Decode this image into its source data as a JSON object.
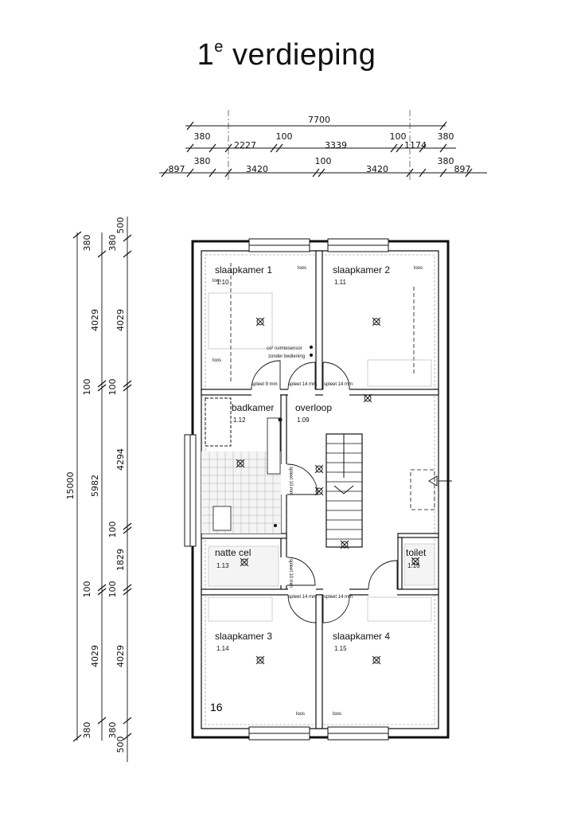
{
  "title": {
    "base": "1",
    "sup": "e",
    "text": "verdieping"
  },
  "dims_top": {
    "total": "7700",
    "r2": [
      "380",
      "2227",
      "100",
      "3339",
      "100",
      "1174",
      "380"
    ],
    "r3": [
      "897",
      "380",
      "3420",
      "100",
      "3420",
      "380",
      "897"
    ]
  },
  "dims_left": {
    "total": "15000",
    "col2": [
      "380",
      "4029",
      "100",
      "5982",
      "100",
      "4029",
      "380"
    ],
    "col3": [
      "500",
      "380",
      "4029",
      "100",
      "4294",
      "100",
      "1829",
      "100",
      "4029",
      "380",
      "500"
    ]
  },
  "rooms": [
    {
      "name": "slaapkamer 1",
      "num": "1.10"
    },
    {
      "name": "slaapkamer 2",
      "num": "1.11"
    },
    {
      "name": "badkamer",
      "num": "1.12"
    },
    {
      "name": "overloop",
      "num": "1.09"
    },
    {
      "name": "natte cel",
      "num": "1.13"
    },
    {
      "name": "toilet",
      "num": "1.16"
    },
    {
      "name": "slaapkamer 3",
      "num": "1.14"
    },
    {
      "name": "slaapkamer 4",
      "num": "1.15"
    }
  ],
  "notes": {
    "loos": "loos",
    "sensor1": "co² ruimtesensor",
    "sensor2": "zonder bediening",
    "spleet9": "spleet 9 mm",
    "spleet10": "spleet 10 mm",
    "spleet14": "spleet 14 mm",
    "page_number": "16"
  }
}
